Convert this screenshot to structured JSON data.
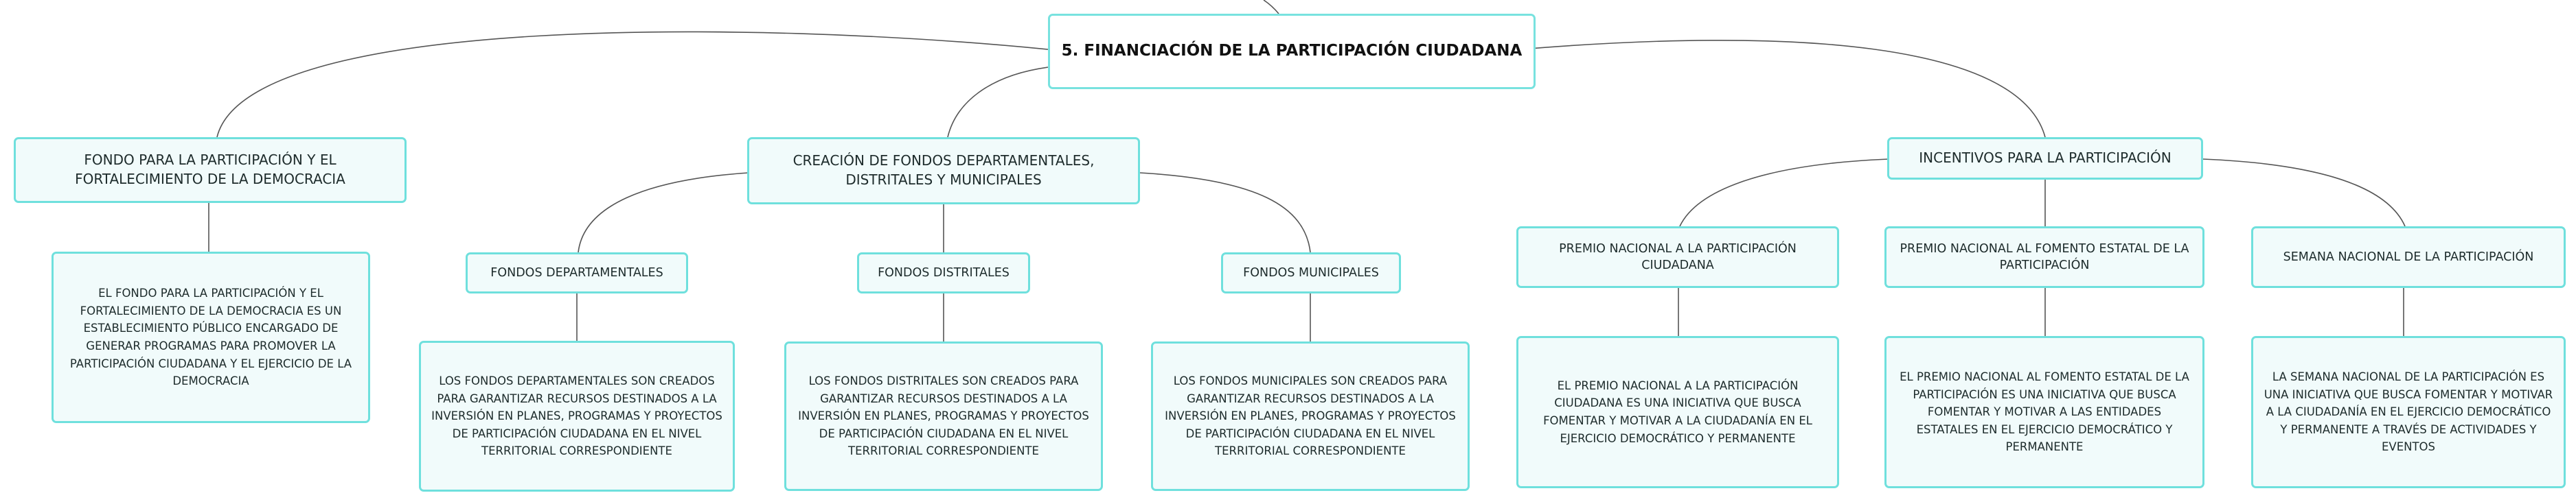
{
  "root": {
    "title": "5. FINANCIACIÓN DE LA PARTICIPACIÓN CIUDADANA"
  },
  "fondo": {
    "title": "FONDO PARA LA PARTICIPACIÓN Y EL FORTALECIMIENTO DE LA DEMOCRACIA",
    "desc": "EL FONDO PARA LA PARTICIPACIÓN Y EL FORTALECIMIENTO DE LA DEMOCRACIA ES UN ESTABLECIMIENTO PÚBLICO ENCARGADO DE GENERAR PROGRAMAS PARA PROMOVER LA PARTICIPACIÓN CIUDADANA Y EL EJERCICIO DE LA DEMOCRACIA"
  },
  "creacion": {
    "title": "CREACIÓN DE FONDOS DEPARTAMENTALES, DISTRITALES Y MUNICIPALES",
    "departamentales": {
      "title": "FONDOS DEPARTAMENTALES",
      "desc": "LOS FONDOS DEPARTAMENTALES SON CREADOS PARA GARANTIZAR RECURSOS DESTINADOS A LA INVERSIÓN EN PLANES, PROGRAMAS Y PROYECTOS DE PARTICIPACIÓN CIUDADANA EN EL NIVEL TERRITORIAL CORRESPONDIENTE"
    },
    "distritales": {
      "title": "FONDOS DISTRITALES",
      "desc": "LOS FONDOS DISTRITALES SON CREADOS PARA GARANTIZAR RECURSOS DESTINADOS A LA INVERSIÓN EN PLANES, PROGRAMAS Y PROYECTOS DE PARTICIPACIÓN CIUDADANA EN EL NIVEL TERRITORIAL CORRESPONDIENTE"
    },
    "municipales": {
      "title": "FONDOS MUNICIPALES",
      "desc": "LOS FONDOS MUNICIPALES SON CREADOS PARA GARANTIZAR RECURSOS DESTINADOS A LA INVERSIÓN EN PLANES, PROGRAMAS Y PROYECTOS DE PARTICIPACIÓN CIUDADANA EN EL NIVEL TERRITORIAL CORRESPONDIENTE"
    }
  },
  "incentivos": {
    "title": "INCENTIVOS PARA LA PARTICIPACIÓN",
    "premio_ciudadana": {
      "title": "PREMIO NACIONAL A LA PARTICIPACIÓN CIUDADANA",
      "desc": "EL PREMIO NACIONAL A LA PARTICIPACIÓN CIUDADANA ES UNA INICIATIVA QUE BUSCA FOMENTAR Y MOTIVAR A LA CIUDADANÍA EN EL EJERCICIO DEMOCRÁTICO Y PERMANENTE"
    },
    "premio_estatal": {
      "title": "PREMIO NACIONAL AL FOMENTO ESTATAL DE LA PARTICIPACIÓN",
      "desc": "EL PREMIO NACIONAL AL FOMENTO ESTATAL DE LA PARTICIPACIÓN ES UNA INICIATIVA QUE BUSCA FOMENTAR Y MOTIVAR A LAS ENTIDADES ESTATALES EN EL EJERCICIO DEMOCRÁTICO Y PERMANENTE"
    },
    "semana": {
      "title": "SEMANA NACIONAL DE LA PARTICIPACIÓN",
      "desc": "LA SEMANA NACIONAL DE LA PARTICIPACIÓN ES UNA INICIATIVA QUE BUSCA FOMENTAR Y MOTIVAR A LA CIUDADANÍA EN EL EJERCICIO DEMOCRÁTICO Y PERMANENTE A TRAVÉS DE ACTIVIDADES Y EVENTOS"
    }
  },
  "colors": {
    "border": "#6fe0dd",
    "fill": "#f1fbfb",
    "connector": "#555555"
  }
}
